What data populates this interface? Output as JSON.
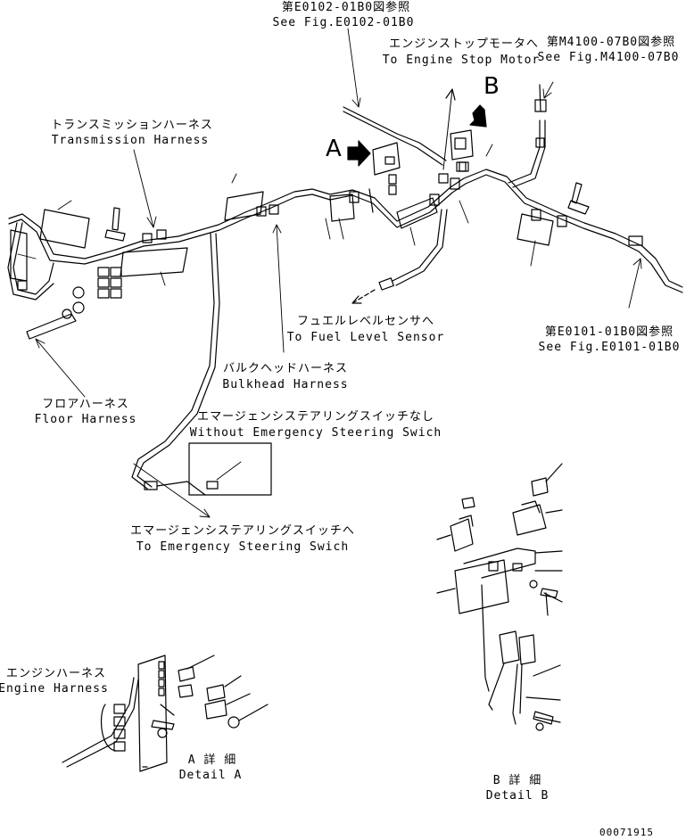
{
  "labels": {
    "fig_e0102_jp": "第E0102-01B0図参照",
    "fig_e0102_en": "See Fig.E0102-01B0",
    "stop_motor_jp": "エンジンストップモータへ",
    "stop_motor_en": "To Engine Stop Motor",
    "fig_m4100_jp": "第M4100-07B0図参照",
    "fig_m4100_en": "See Fig.M4100-07B0",
    "trans_jp": "トランスミッションハーネス",
    "trans_en": "Transmission Harness",
    "fuel_jp": "フュエルレベルセンサへ",
    "fuel_en": "To Fuel Level Sensor",
    "fig_e0101_jp": "第E0101-01B0図参照",
    "fig_e0101_en": "See Fig.E0101-01B0",
    "bulk_jp": "バルクヘッドハーネス",
    "bulk_en": "Bulkhead Harness",
    "floor_jp": "フロアハーネス",
    "floor_en": "Floor Harness",
    "without_jp": "エマージェンシステアリングスイッチなし",
    "without_en": "Without Emergency Steering Swich",
    "to_emerg_jp": "エマージェンシステアリングスイッチへ",
    "to_emerg_en": "To Emergency Steering Swich",
    "engine_jp": "エンジンハーネス",
    "engine_en": "Engine Harness",
    "detail_a_jp": "A 詳 細",
    "detail_a_en": "Detail A",
    "detail_b_jp": "B 詳 細",
    "detail_b_en": "Detail B",
    "callout_a": "A",
    "callout_b": "B",
    "drawing_no": "00071915"
  }
}
